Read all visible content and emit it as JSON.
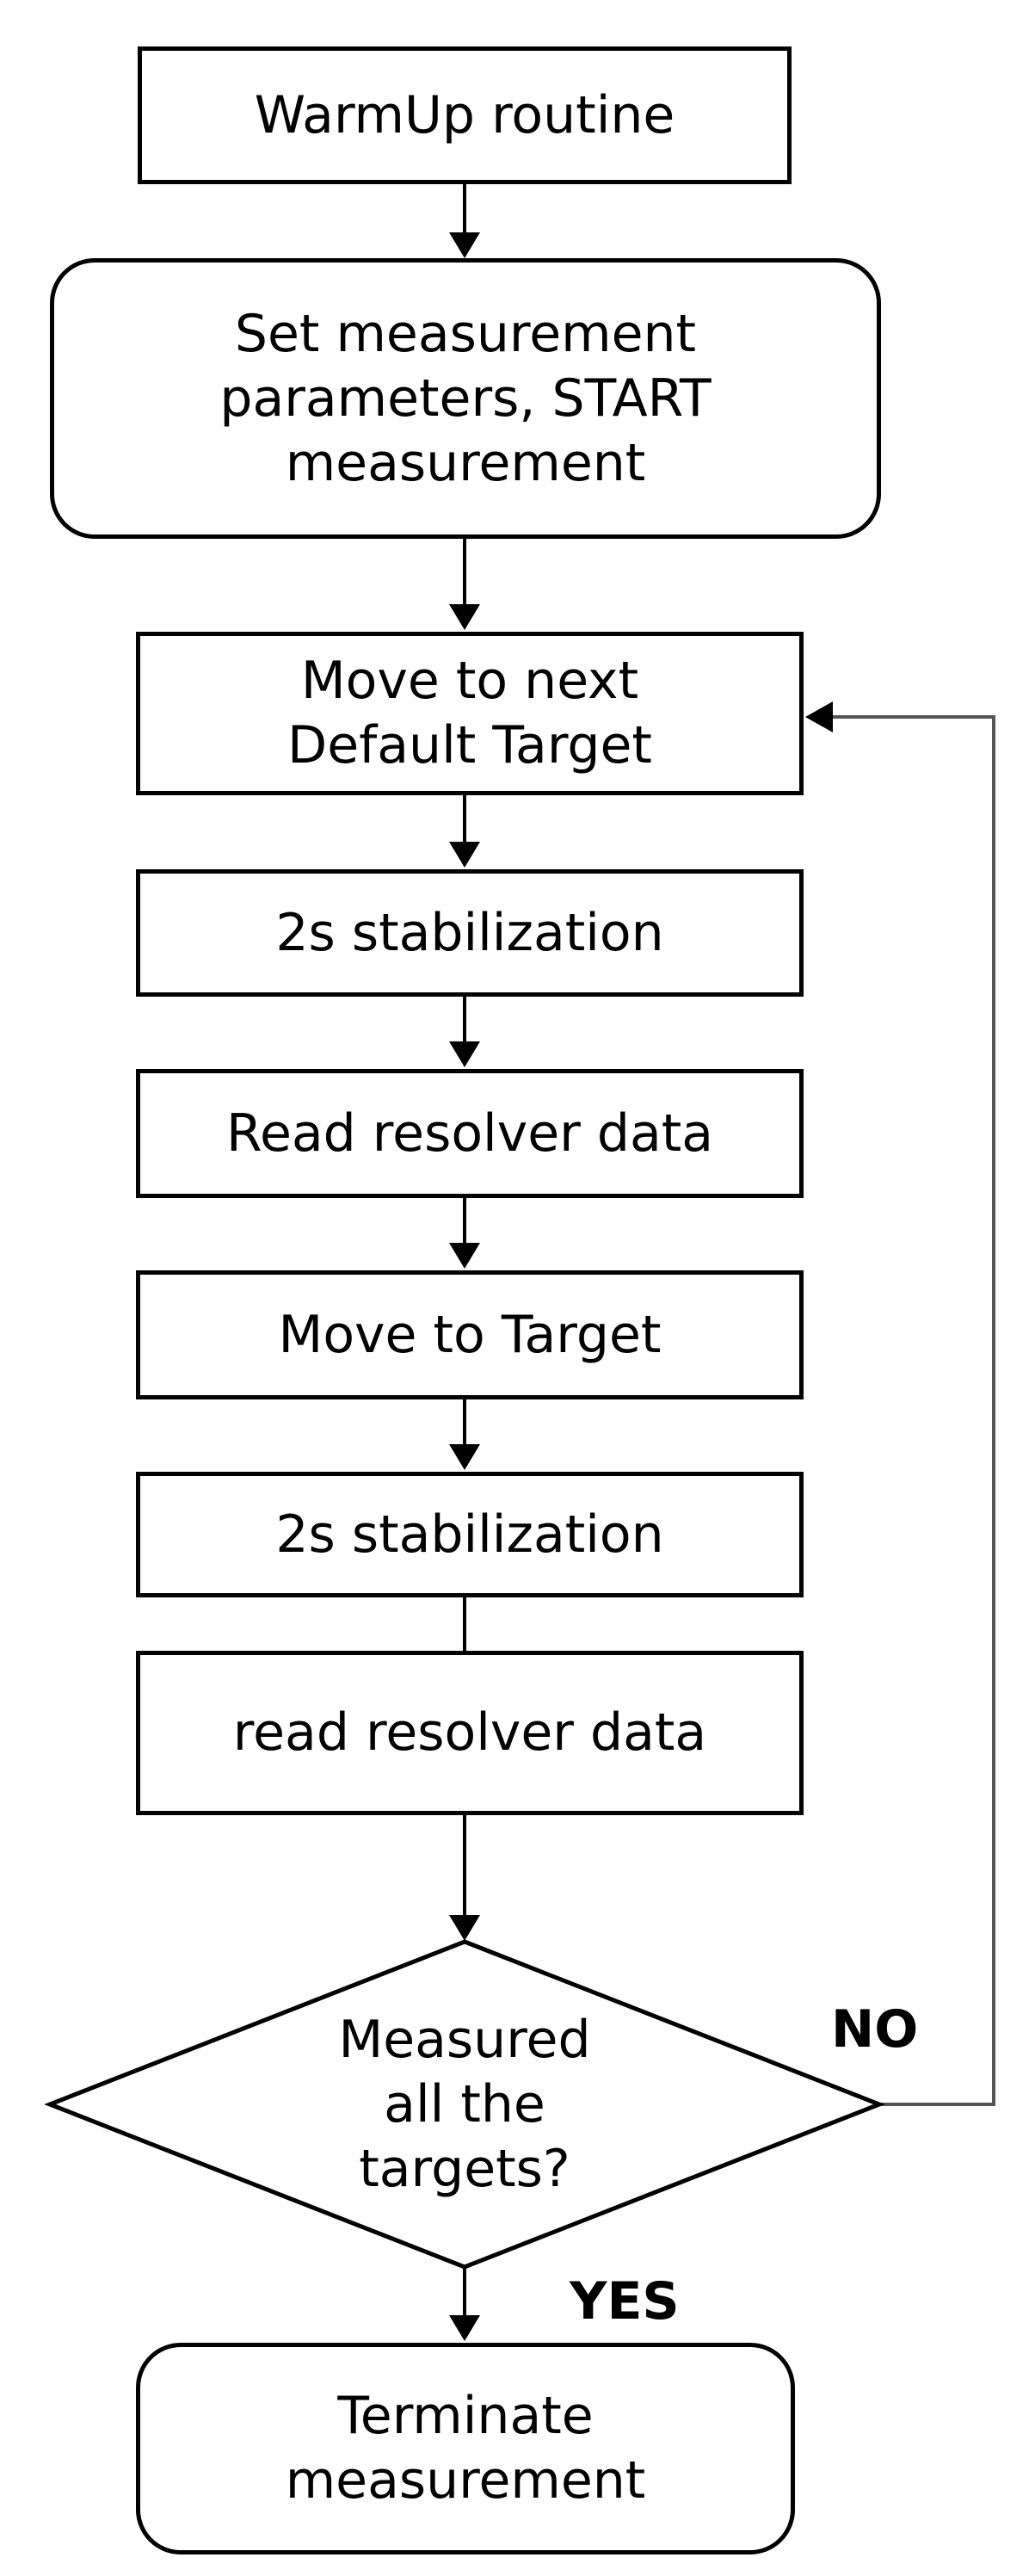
{
  "nodes": {
    "warmup": {
      "lines": [
        "WarmUp routine"
      ]
    },
    "set_params": {
      "lines": [
        "Set measurement",
        "parameters, START",
        "measurement"
      ]
    },
    "move_default": {
      "lines": [
        "Move to next",
        "Default Target"
      ]
    },
    "stabilization_1": {
      "lines": [
        "2s stabilization"
      ]
    },
    "read_resolver_1": {
      "lines": [
        "Read resolver data"
      ]
    },
    "move_target": {
      "lines": [
        "Move to Target"
      ]
    },
    "stabilization_2": {
      "lines": [
        "2s stabilization"
      ]
    },
    "read_resolver_2": {
      "lines": [
        "read resolver data"
      ]
    },
    "decision": {
      "lines": [
        "Measured",
        "all the",
        "targets?"
      ]
    },
    "terminate": {
      "lines": [
        "Terminate",
        "measurement"
      ]
    }
  },
  "branches": {
    "no_label": "NO",
    "yes_label": "YES"
  },
  "colors": {
    "stroke": "#000000",
    "loop_line": "#555555",
    "background": "#ffffff"
  }
}
